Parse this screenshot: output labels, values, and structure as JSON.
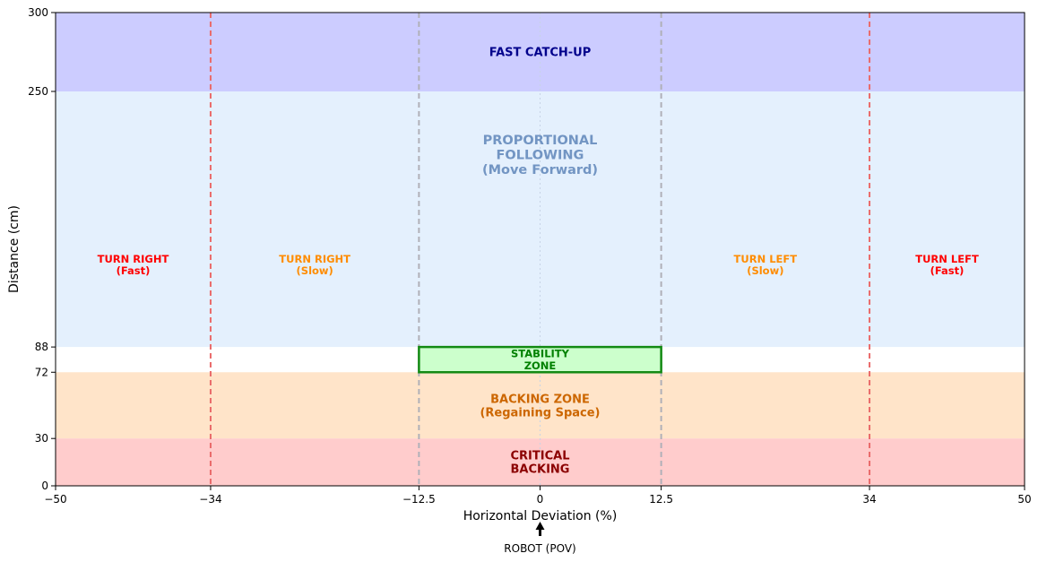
{
  "chart_data": {
    "type": "area",
    "xlabel": "Horizontal Deviation (%)",
    "ylabel": "Distance (cm)",
    "xlim": [
      -50,
      50
    ],
    "ylim": [
      0,
      300
    ],
    "x_ticks": [
      -50,
      -34,
      -12.5,
      0,
      12.5,
      34,
      50
    ],
    "x_tick_labels": [
      "−50",
      "−34",
      "−12.5",
      "0",
      "12.5",
      "34",
      "50"
    ],
    "y_ticks": [
      0,
      30,
      72,
      88,
      250,
      300
    ],
    "y_tick_labels": [
      "0",
      "30",
      "72",
      "88",
      "250",
      "300"
    ],
    "grid": false,
    "bands": [
      {
        "y0": 250,
        "y1": 300,
        "color": "#ccccff"
      },
      {
        "y0": 88,
        "y1": 250,
        "color": "#e4f0fd"
      },
      {
        "y0": 30,
        "y1": 72,
        "color": "#ffe4c9"
      },
      {
        "y0": 0,
        "y1": 30,
        "color": "#ffcccc"
      }
    ],
    "vlines": [
      {
        "x": -34,
        "color": "#ea6b6b"
      },
      {
        "x": 34,
        "color": "#ea6b6b"
      },
      {
        "x": -12.5,
        "color": "#b0b0b8"
      },
      {
        "x": 12.5,
        "color": "#b0b0b8"
      }
    ],
    "stability_zone": {
      "x0": -12.5,
      "x1": 12.5,
      "y0": 72,
      "y1": 88,
      "fill": "#ccffcc",
      "stroke": "#138a13"
    },
    "annotations": [
      {
        "id": "fast-catch-up",
        "lines": [
          "FAST CATCH-UP"
        ],
        "x": 0,
        "y": 275,
        "color": "#00008b",
        "size": 13
      },
      {
        "id": "proportional-following",
        "lines": [
          "PROPORTIONAL",
          "FOLLOWING",
          "(Move Forward)"
        ],
        "x": 0,
        "y": 210,
        "color": "#7295c3",
        "size": 14.5
      },
      {
        "id": "turn-right-fast",
        "lines": [
          "TURN RIGHT",
          "(Fast)"
        ],
        "x": -42,
        "y": 140,
        "color": "#ff0000",
        "size": 11.5
      },
      {
        "id": "turn-right-slow",
        "lines": [
          "TURN RIGHT",
          "(Slow)"
        ],
        "x": -23.25,
        "y": 140,
        "color": "#ff8c00",
        "size": 11.5
      },
      {
        "id": "turn-left-slow",
        "lines": [
          "TURN LEFT",
          "(Slow)"
        ],
        "x": 23.25,
        "y": 140,
        "color": "#ff8c00",
        "size": 11.5
      },
      {
        "id": "turn-left-fast",
        "lines": [
          "TURN LEFT",
          "(Fast)"
        ],
        "x": 42,
        "y": 140,
        "color": "#ff0000",
        "size": 11.5
      },
      {
        "id": "stability-zone",
        "lines": [
          "STABILITY",
          "ZONE"
        ],
        "x": 0,
        "y": 80,
        "color": "#008000",
        "size": 11.5
      },
      {
        "id": "backing-zone",
        "lines": [
          "BACKING ZONE",
          "(Regaining Space)"
        ],
        "x": 0,
        "y": 51,
        "color": "#cc6600",
        "size": 13
      },
      {
        "id": "critical-backing",
        "lines": [
          "CRITICAL",
          "BACKING"
        ],
        "x": 0,
        "y": 15,
        "color": "#8b0000",
        "size": 13
      }
    ],
    "robot_label": "ROBOT (POV)"
  }
}
